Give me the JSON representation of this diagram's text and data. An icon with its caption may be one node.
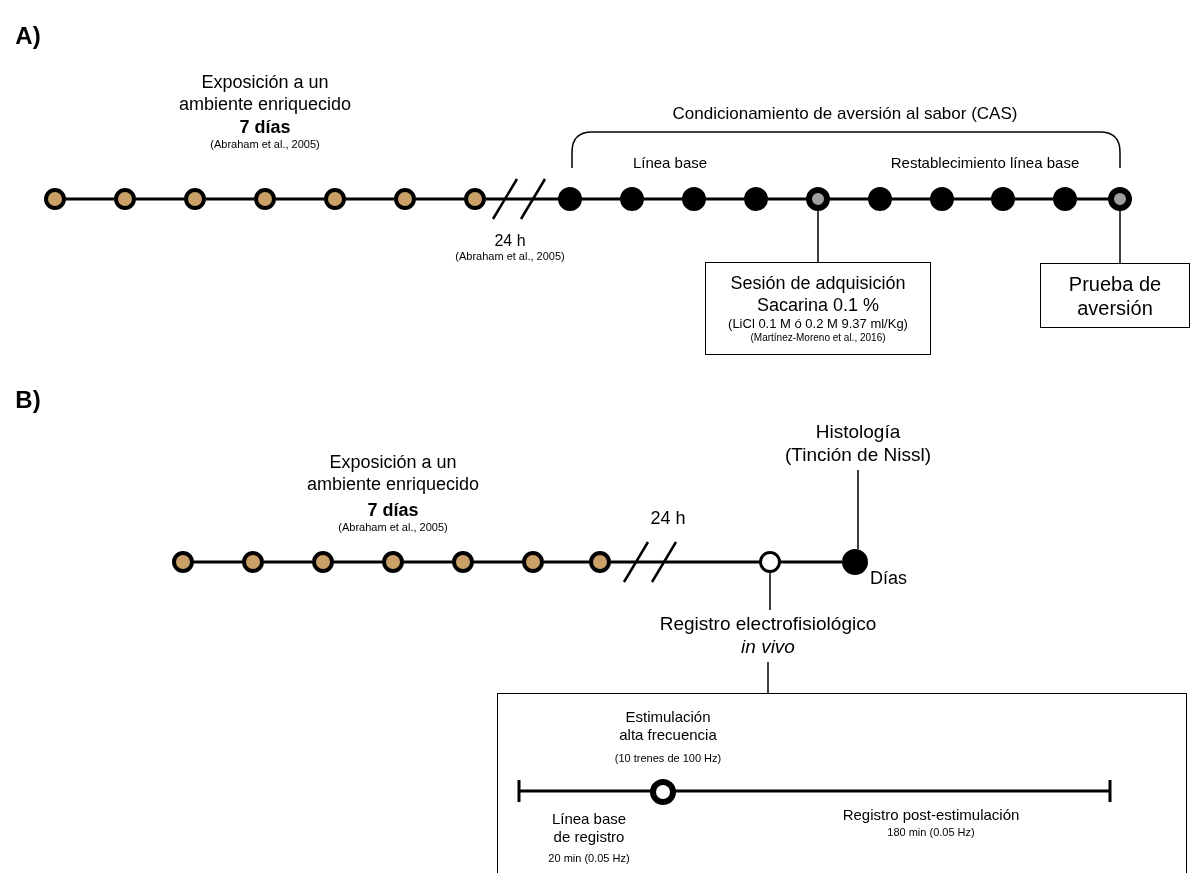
{
  "diagram": {
    "nodes": [
      {
        "text": [],
        "shape": "circle"
      },
      {
        "text": [],
        "shape": "circle"
      },
      {
        "text": [],
        "shape": "circle"
      },
      {
        "text": [],
        "shape": "circle"
      },
      {
        "text": [],
        "shape": "circle"
      },
      {
        "text": [],
        "shape": "circle"
      },
      {
        "text": [],
        "shape": "circle"
      },
      {
        "text": [],
        "shape": "circle"
      },
      {
        "text": [],
        "shape": "circle"
      },
      {
        "text": [],
        "shape": "circle"
      },
      {
        "text": [],
        "shape": "circle"
      },
      {
        "text": [],
        "shape": "circle"
      },
      {
        "text": [],
        "shape": "circle"
      },
      {
        "text": [],
        "shape": "circle"
      },
      {
        "text": [],
        "shape": "circle"
      },
      {
        "text": [],
        "shape": "circle"
      },
      {
        "text": [],
        "shape": "circle"
      },
      {
        "text": [
          "Sesión de adquisición",
          "Sacarina 0.1 %",
          "(LiCl 0.1 M ó 0.2 M 9.37 ml/Kg)",
          "(Martínez-Moreno et al., 2016)"
        ]
      },
      {
        "text": [
          "Prueba de aversión"
        ]
      },
      {
        "text": [
          "Histología",
          "(Tinción de Nissl)"
        ]
      },
      {
        "text": [],
        "shape": "circle"
      },
      {
        "text": [],
        "shape": "circle"
      },
      {
        "text": [],
        "shape": "circle"
      },
      {
        "text": [],
        "shape": "circle"
      },
      {
        "text": [],
        "shape": "circle"
      },
      {
        "text": [],
        "shape": "circle"
      },
      {
        "text": [],
        "shape": "circle"
      },
      {
        "text": [],
        "shape": "circle"
      },
      {
        "text": [],
        "shape": "circle",
        "beside": [
          "Días"
        ]
      },
      {
        "text": [
          "Registro electrofisiológico *in vivo*"
        ]
      },
      {
        "text": [
          "Estimulación alta frecuencia",
          "(10 trenes de 100 Hz)",
          "Línea base de registro",
          "20 min (0.05 Hz)",
          "Registro post-estimulación",
          "180 min (0.05 Hz)"
        ]
      },
      {
        "text": [],
        "shape": "circle",
        "in": 30
      }
    ],
    "edges": [
      {
        "from": 0,
        "to": 1,
        "arrow": "none"
      },
      {
        "from": 1,
        "to": 2,
        "arrow": "none"
      },
      {
        "from": 2,
        "to": 3,
        "arrow": "none"
      },
      {
        "from": 3,
        "to": 4,
        "arrow": "none"
      },
      {
        "from": 4,
        "to": 5,
        "arrow": "none"
      },
      {
        "from": 5,
        "to": 6,
        "arrow": "none"
      },
      {
        "from": 6,
        "to": 7,
        "arrow": "none"
      },
      {
        "from": 7,
        "to": 8,
        "arrow": "none"
      },
      {
        "from": 8,
        "to": 9,
        "arrow": "none"
      },
      {
        "from": 9,
        "to": 10,
        "arrow": "none"
      },
      {
        "from": 10,
        "to": 11,
        "arrow": "none"
      },
      {
        "from": 11,
        "to": 12,
        "arrow": "none"
      },
      {
        "from": 12,
        "to": 13,
        "arrow": "none"
      },
      {
        "from": 13,
        "to": 14,
        "arrow": "none"
      },
      {
        "from": 14,
        "to": 15,
        "arrow": "none"
      },
      {
        "from": 15,
        "to": 16,
        "arrow": "none"
      },
      {
        "from": 11,
        "to": 17,
        "arrow": "none"
      },
      {
        "from": 16,
        "to": 18,
        "arrow": "none"
      },
      {
        "from": 20,
        "to": 21,
        "arrow": "none"
      },
      {
        "from": 21,
        "to": 22,
        "arrow": "none"
      },
      {
        "from": 22,
        "to": 23,
        "arrow": "none"
      },
      {
        "from": 23,
        "to": 24,
        "arrow": "none"
      },
      {
        "from": 24,
        "to": 25,
        "arrow": "none"
      },
      {
        "from": 25,
        "to": 26,
        "arrow": "none"
      },
      {
        "from": 26,
        "to": 27,
        "arrow": "none"
      },
      {
        "from": 27,
        "to": 28,
        "arrow": "none"
      },
      {
        "from": 19,
        "to": 28,
        "arrow": "none"
      },
      {
        "from": 27,
        "to": 29,
        "arrow": "none"
      },
      {
        "from": 29,
        "to": 30,
        "arrow": "none"
      }
    ],
    "labels": [
      "A)",
      "Exposición a un ambiente enriquecido",
      "7 días",
      "(Abraham et al., 2005)",
      "Condicionamiento de aversión al sabor (CAS)",
      "Línea base",
      "Restablecimiento línea base",
      "24 h",
      "(Abraham et al., 2005)",
      "B)",
      "Exposición a un ambiente enriquecido",
      "7 días",
      "(Abraham et al., 2005)",
      "24 h"
    ]
  }
}
